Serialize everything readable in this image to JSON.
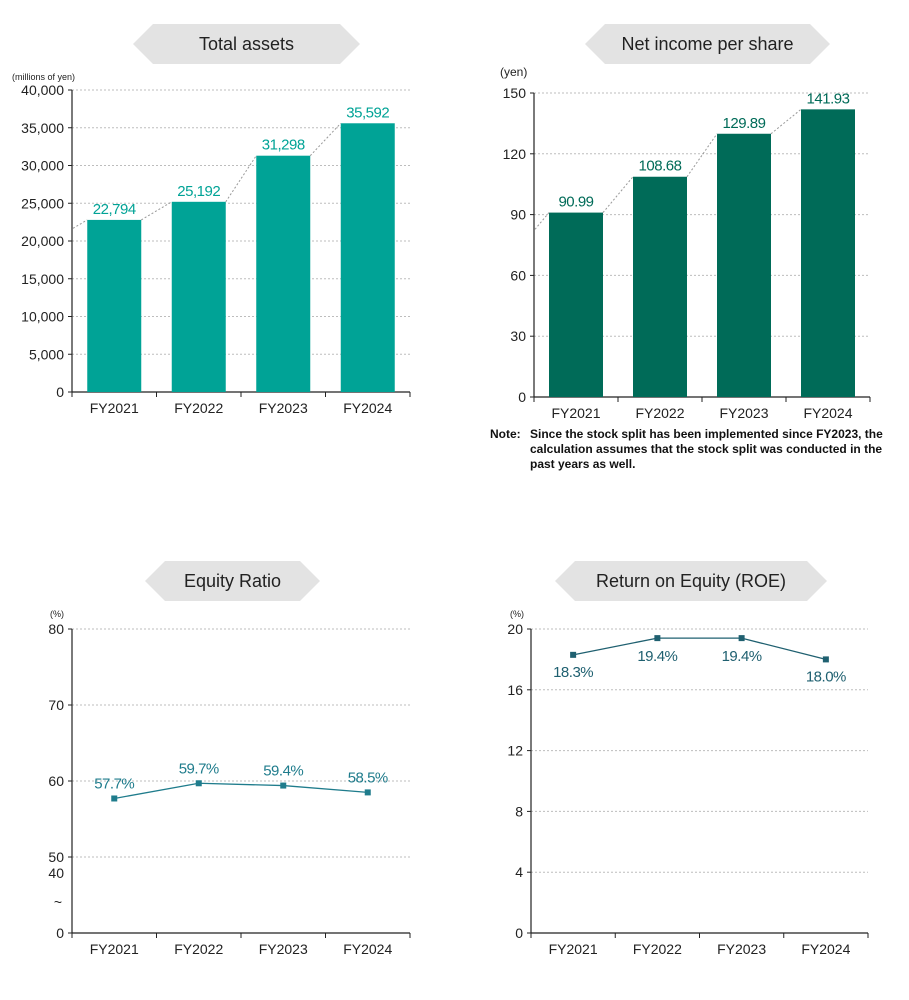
{
  "colors": {
    "teal": "#00a396",
    "dark_green": "#006b58",
    "line_teal": "#1f7c8c",
    "line_roe": "#1f6070",
    "banner_fill": "#e3e3e3",
    "grid": "#bdbdbd"
  },
  "chart_data": [
    {
      "type": "bar",
      "title": "Total assets",
      "unit_label": "(millions of yen)",
      "categories": [
        "FY2021",
        "FY2022",
        "FY2023",
        "FY2024"
      ],
      "values": [
        22794,
        25192,
        31298,
        35592
      ],
      "data_labels": [
        "22,794",
        "25,192",
        "31,298",
        "35,592"
      ],
      "ylim": [
        0,
        40000
      ],
      "yticks": [
        0,
        5000,
        10000,
        15000,
        20000,
        25000,
        30000,
        35000,
        40000
      ],
      "ytick_labels": [
        "0",
        "5,000",
        "10,000",
        "15,000",
        "20,000",
        "25,000",
        "30,000",
        "35,000",
        "40,000"
      ],
      "grid": true,
      "color": "#00a396"
    },
    {
      "type": "bar",
      "title": "Net income per share",
      "unit_label": "(yen)",
      "categories": [
        "FY2021",
        "FY2022",
        "FY2023",
        "FY2024"
      ],
      "values": [
        90.99,
        108.68,
        129.89,
        141.93
      ],
      "data_labels": [
        "90.99",
        "108.68",
        "129.89",
        "141.93"
      ],
      "ylim": [
        0,
        150
      ],
      "yticks": [
        0,
        30,
        60,
        90,
        120,
        150
      ],
      "ytick_labels": [
        "0",
        "30",
        "60",
        "90",
        "120",
        "150"
      ],
      "grid": true,
      "color": "#006b58"
    },
    {
      "type": "line",
      "title": "Equity Ratio",
      "unit_label": "(%)",
      "categories": [
        "FY2021",
        "FY2022",
        "FY2023",
        "FY2024"
      ],
      "values": [
        57.7,
        59.7,
        59.4,
        58.5
      ],
      "data_labels": [
        "57.7%",
        "59.7%",
        "59.4%",
        "58.5%"
      ],
      "ylim": [
        40,
        80
      ],
      "yticks": [
        40,
        50,
        60,
        70,
        80
      ],
      "ytick_labels": [
        "40",
        "50",
        "60",
        "70",
        "80"
      ],
      "axis_break": true,
      "break_label": "0",
      "break_mark": "~",
      "grid": true,
      "color": "#1f7c8c"
    },
    {
      "type": "line",
      "title": "Return on Equity (ROE)",
      "unit_label": "(%)",
      "categories": [
        "FY2021",
        "FY2022",
        "FY2023",
        "FY2024"
      ],
      "values": [
        18.3,
        19.4,
        19.4,
        18.0
      ],
      "data_labels": [
        "18.3%",
        "19.4%",
        "19.4%",
        "18.0%"
      ],
      "ylim": [
        0,
        20
      ],
      "yticks": [
        0,
        4,
        8,
        12,
        16,
        20
      ],
      "ytick_labels": [
        "0",
        "4",
        "8",
        "12",
        "16",
        "20"
      ],
      "grid": true,
      "color": "#1f6070"
    }
  ],
  "note": {
    "label": "Note:",
    "text": "Since the stock split has been implemented since FY2023, the calculation assumes that the stock split was conducted in the past years as well."
  }
}
